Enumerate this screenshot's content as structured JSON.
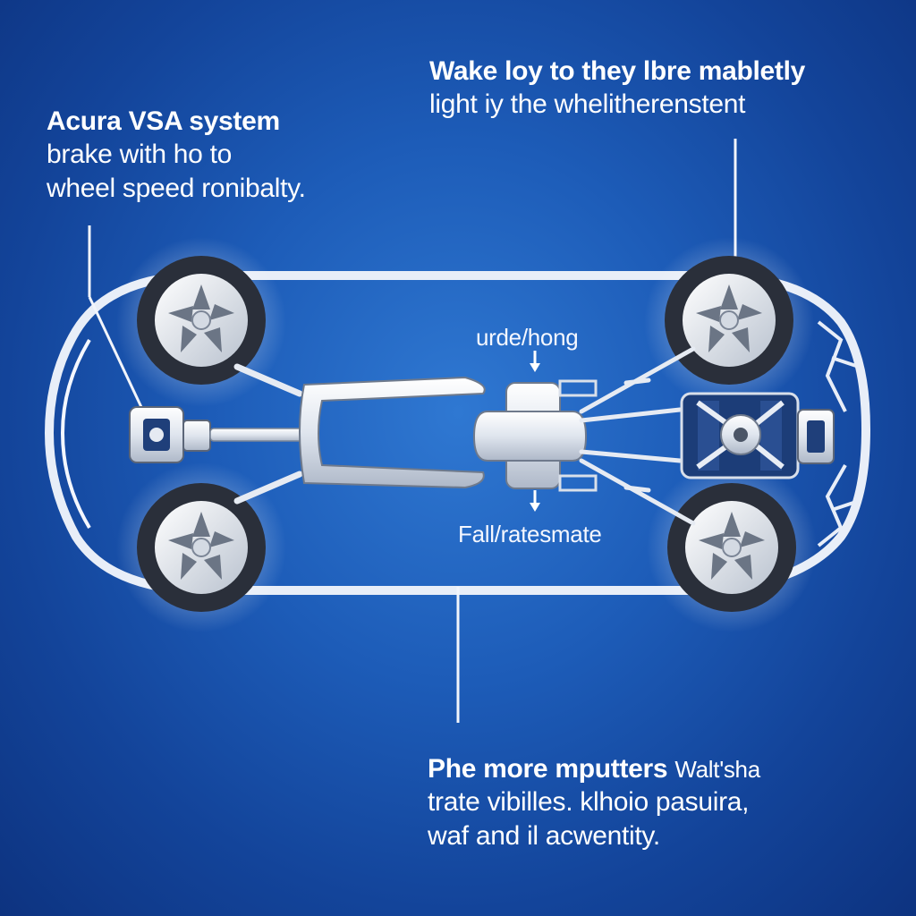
{
  "callouts": {
    "top_left": {
      "title": "Acura VSA system",
      "lines": [
        "brake with ho to",
        "wheel speed ronibalty."
      ]
    },
    "top_right": {
      "title": "Wake loy to they lbre mabletly",
      "lines": [
        "light iy the whelitherenstent"
      ]
    },
    "bottom": {
      "title": "Phe more mputters",
      "title_suffix": "Walt'sha",
      "lines": [
        "trate vibilles. klhoio pasuira,",
        "waf and il acwentity."
      ]
    }
  },
  "labels": {
    "upper": "urde/hong",
    "lower": "Fall/ratesmate"
  },
  "colors": {
    "background": "#1d5cb8",
    "outline": "#e8eef8",
    "text": "#ffffff"
  }
}
